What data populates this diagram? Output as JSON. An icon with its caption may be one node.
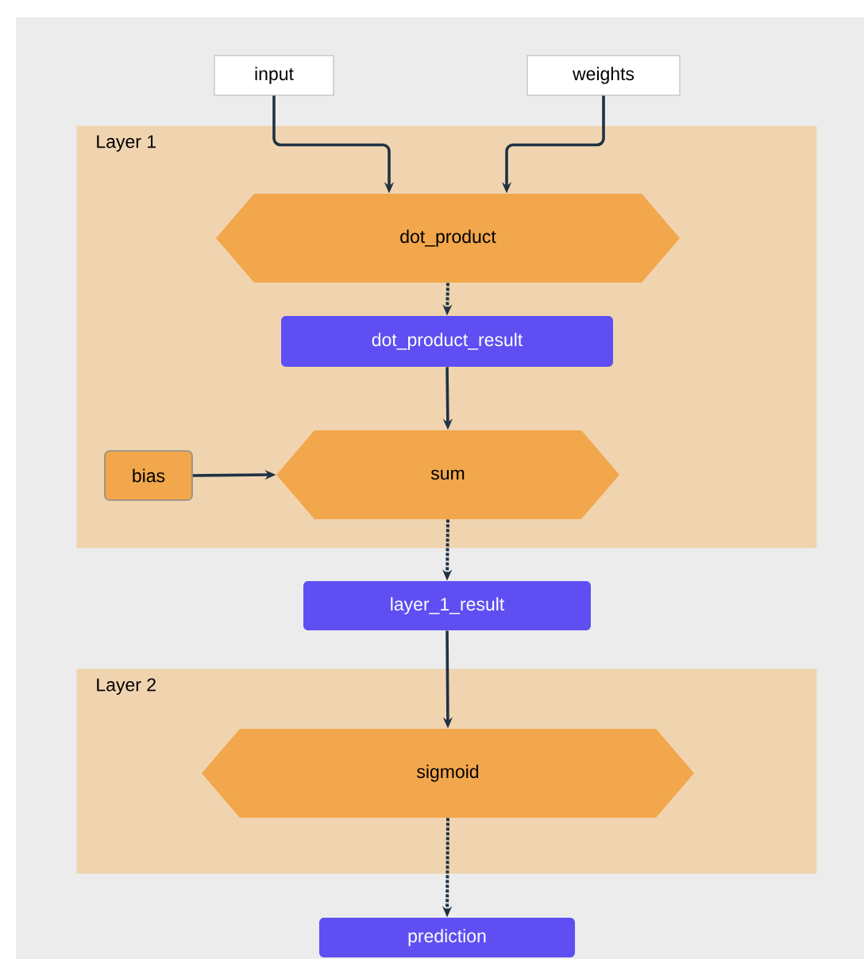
{
  "diagram": {
    "nodes": [
      {
        "text": [
          "input"
        ]
      },
      {
        "text": [
          "weights"
        ]
      },
      {
        "text": [
          "Layer 1"
        ]
      },
      {
        "text": [
          "dot_product"
        ],
        "in": 2
      },
      {
        "text": [
          "dot_product_result"
        ],
        "in": 2
      },
      {
        "text": [
          "bias"
        ],
        "in": 2
      },
      {
        "text": [
          "sum"
        ],
        "in": 2
      },
      {
        "text": [
          "layer_1_result"
        ]
      },
      {
        "text": [
          "Layer 2"
        ]
      },
      {
        "text": [
          "sigmoid"
        ],
        "in": 8
      },
      {
        "text": [
          "prediction"
        ]
      }
    ],
    "edges": [
      {
        "from": 0,
        "to": 3,
        "arrow": "to"
      },
      {
        "from": 1,
        "to": 3,
        "arrow": "to"
      },
      {
        "from": 3,
        "to": 4,
        "arrow": "to",
        "style": "dashed"
      },
      {
        "from": 4,
        "to": 6,
        "arrow": "to"
      },
      {
        "from": 5,
        "to": 6,
        "arrow": "to"
      },
      {
        "from": 6,
        "to": 7,
        "arrow": "to",
        "style": "dashed"
      },
      {
        "from": 7,
        "to": 9,
        "arrow": "to"
      },
      {
        "from": 9,
        "to": 10,
        "arrow": "to",
        "style": "dashed"
      }
    ]
  }
}
